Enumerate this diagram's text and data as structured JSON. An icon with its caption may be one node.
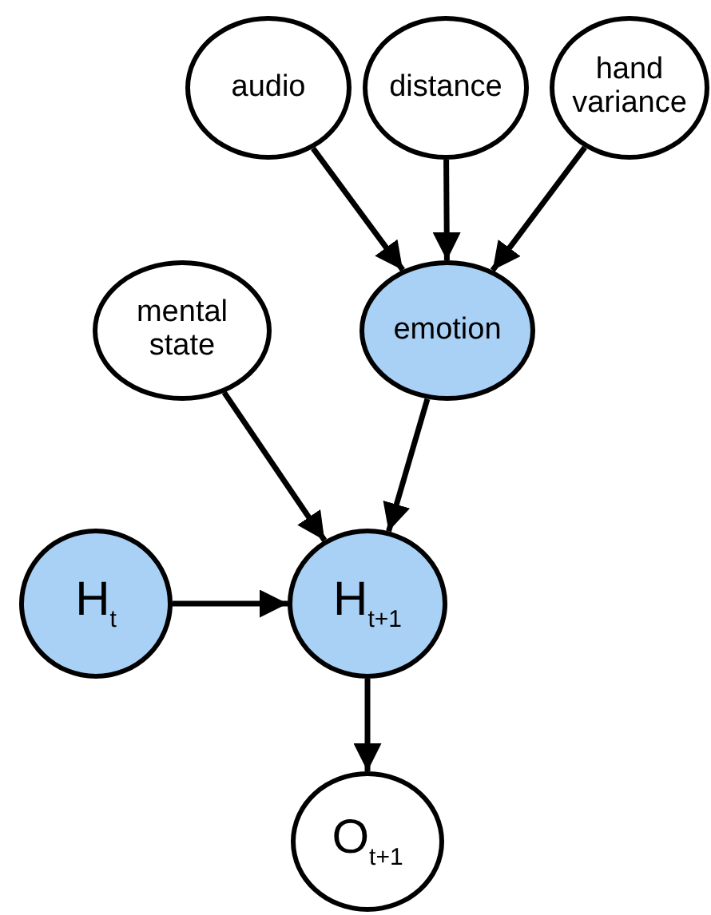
{
  "diagram": {
    "nodes": [
      {
        "text": [
          "audio"
        ]
      },
      {
        "text": [
          "distance"
        ]
      },
      {
        "text": [
          "hand variance"
        ]
      },
      {
        "text": [
          "mental state"
        ]
      },
      {
        "text": [
          "emotion"
        ]
      },
      {
        "text": [
          "H$_{t}$"
        ]
      },
      {
        "text": [
          "H$_{t+1}$"
        ]
      },
      {
        "text": [
          "O$_{t+1}$"
        ]
      }
    ],
    "edges": [
      {
        "from": 0,
        "to": 4,
        "arrow": "to"
      },
      {
        "from": 1,
        "to": 4,
        "arrow": "to"
      },
      {
        "from": 2,
        "to": 4,
        "arrow": "to"
      },
      {
        "from": 3,
        "to": 6,
        "arrow": "to"
      },
      {
        "from": 4,
        "to": 6,
        "arrow": "to"
      },
      {
        "from": 5,
        "to": 6,
        "arrow": "to"
      },
      {
        "from": 6,
        "to": 7,
        "arrow": "to"
      }
    ]
  }
}
